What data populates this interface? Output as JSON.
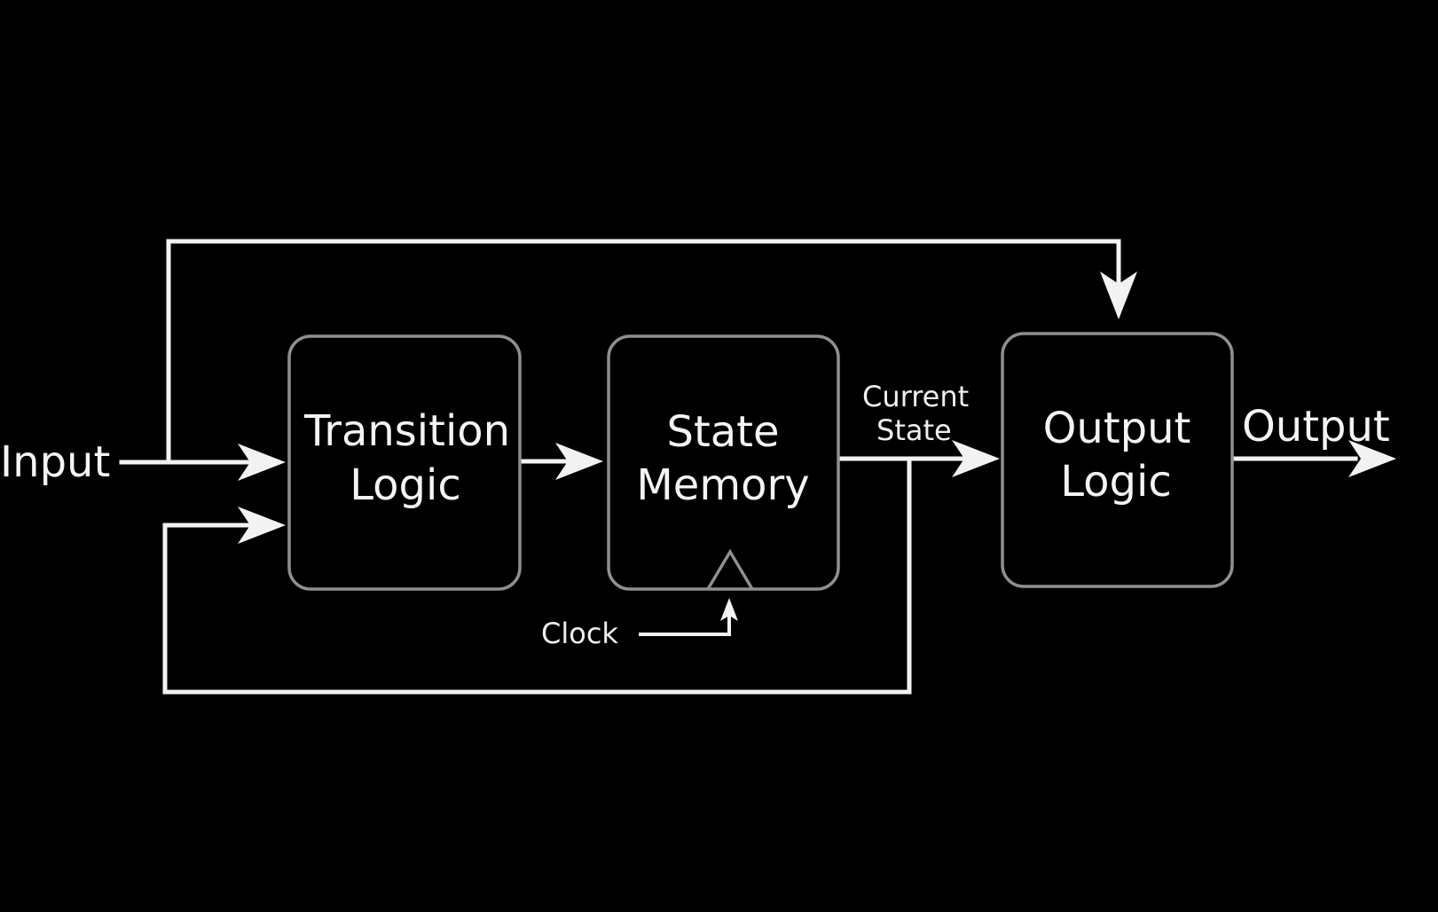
{
  "diagram": {
    "background": "#000000",
    "line_color": "#f2f2f2",
    "box_border_color": "#8f8f8f",
    "blocks": {
      "transition_logic": {
        "line1": "Transition",
        "line2": "Logic"
      },
      "state_memory": {
        "line1": "State",
        "line2": "Memory"
      },
      "output_logic": {
        "line1": "Output",
        "line2": "Logic"
      }
    },
    "labels": {
      "input": "Input",
      "output": "Output",
      "current_state_line1": "Current",
      "current_state_line2": "State",
      "clock": "Clock"
    }
  }
}
